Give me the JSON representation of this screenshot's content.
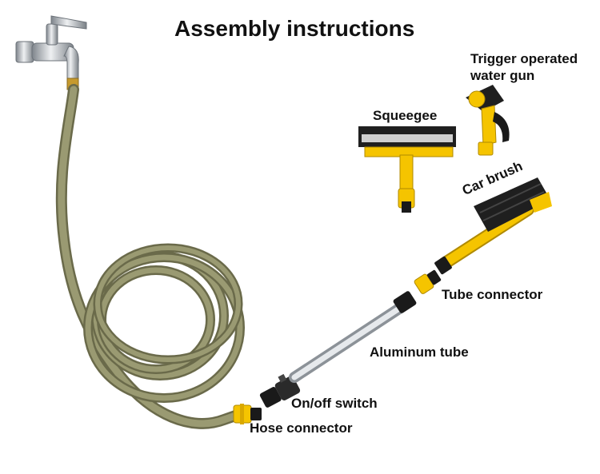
{
  "title": "Assembly instructions",
  "labels": {
    "trigger_line1": "Trigger operated",
    "trigger_line2": "water gun",
    "squeegee": "Squeegee",
    "car_brush": "Car brush",
    "tube_connector": "Tube connector",
    "aluminum_tube": "Aluminum tube",
    "on_off_switch": "On/off switch",
    "hose_connector": "Hose connector"
  },
  "colors": {
    "hose": "#8a8a64",
    "hose_dark": "#6a6a4a",
    "yellow": "#f5c400",
    "black": "#1a1a1a",
    "chrome": "#b8bcc2"
  },
  "icons": {
    "faucet": "faucet-icon",
    "hose": "garden-hose",
    "squeegee": "squeegee-icon",
    "water_gun": "spray-gun-icon",
    "car_brush": "car-brush-icon",
    "aluminum_tube": "aluminum-pole"
  }
}
